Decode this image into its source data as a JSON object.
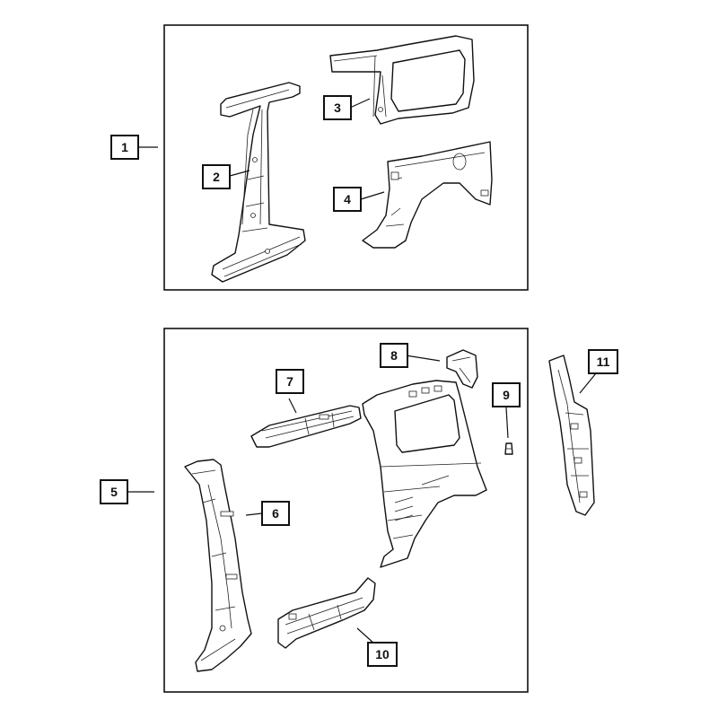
{
  "callouts": [
    {
      "id": "1",
      "label": "1"
    },
    {
      "id": "2",
      "label": "2"
    },
    {
      "id": "3",
      "label": "3"
    },
    {
      "id": "4",
      "label": "4"
    },
    {
      "id": "5",
      "label": "5"
    },
    {
      "id": "6",
      "label": "6"
    },
    {
      "id": "7",
      "label": "7"
    },
    {
      "id": "8",
      "label": "8"
    },
    {
      "id": "9",
      "label": "9"
    },
    {
      "id": "10",
      "label": "10"
    },
    {
      "id": "11",
      "label": "11"
    }
  ],
  "colors": {
    "line": "#111111",
    "background": "#ffffff"
  }
}
